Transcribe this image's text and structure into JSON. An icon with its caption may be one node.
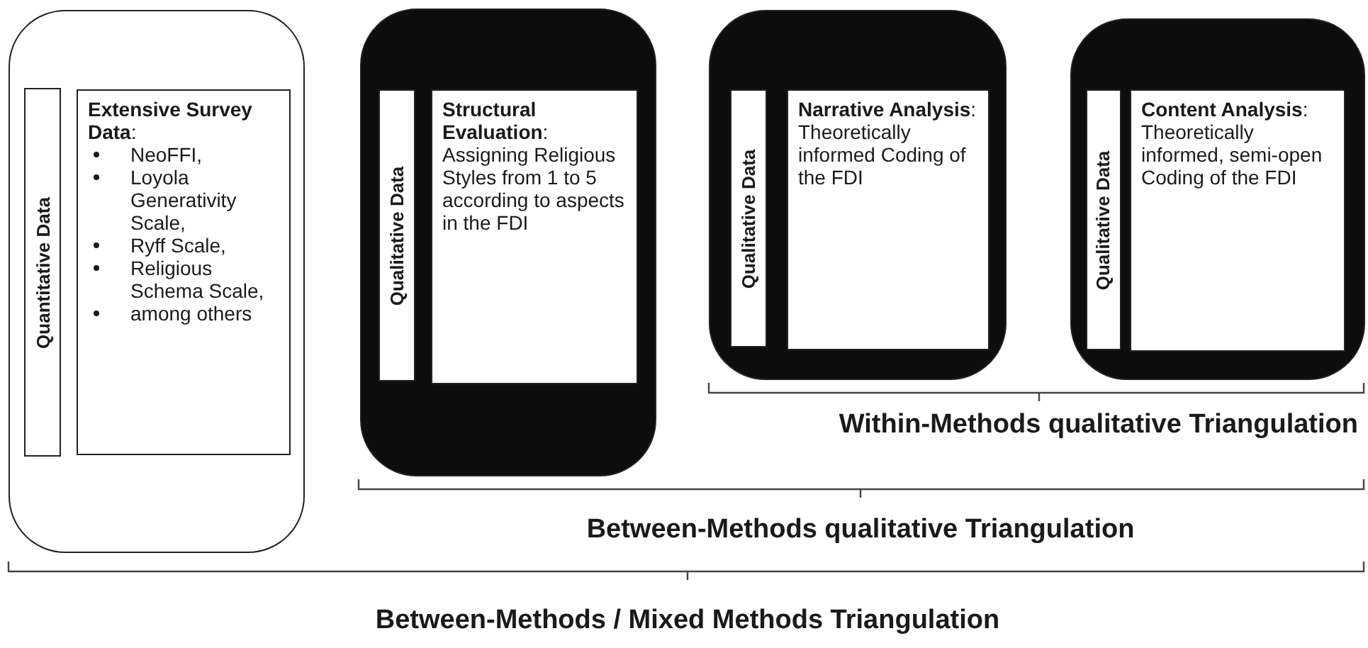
{
  "diagram": {
    "nodes": [
      {
        "text": [],
        "shape": "box"
      },
      {
        "text": [
          "Quantitative Data"
        ],
        "in": 0
      },
      {
        "text": [
          "**Extensive Survey Data**:",
          "NeoFFI,",
          "Loyola Generativity Scale,",
          "Ryff Scale,",
          "Religious Schema Scale,",
          "among others"
        ],
        "in": 0
      },
      {
        "text": [],
        "shape": "box"
      },
      {
        "text": [
          "Qualitative Data"
        ],
        "in": 3
      },
      {
        "text": [
          "**Structural Evaluation**: Assigning Religious Styles from 1 to 5 according to aspects in the FDI"
        ],
        "in": 3
      },
      {
        "text": [],
        "shape": "box"
      },
      {
        "text": [
          "Qualitative Data"
        ],
        "in": 6
      },
      {
        "text": [
          "**Narrative Analysis**: Theoretically informed Coding of the FDI"
        ],
        "in": 6
      },
      {
        "text": [],
        "shape": "box"
      },
      {
        "text": [
          "Qualitative Data"
        ],
        "in": 9
      },
      {
        "text": [
          "**Content Analysis**: Theoretically informed, semi-open Coding of the FDI"
        ],
        "in": 9
      }
    ],
    "labels": [
      "Within-Methods qualitative Triangulation",
      "Between-Methods qualitative Triangulation",
      "Between-Methods / Mixed Methods Triangulation"
    ]
  }
}
